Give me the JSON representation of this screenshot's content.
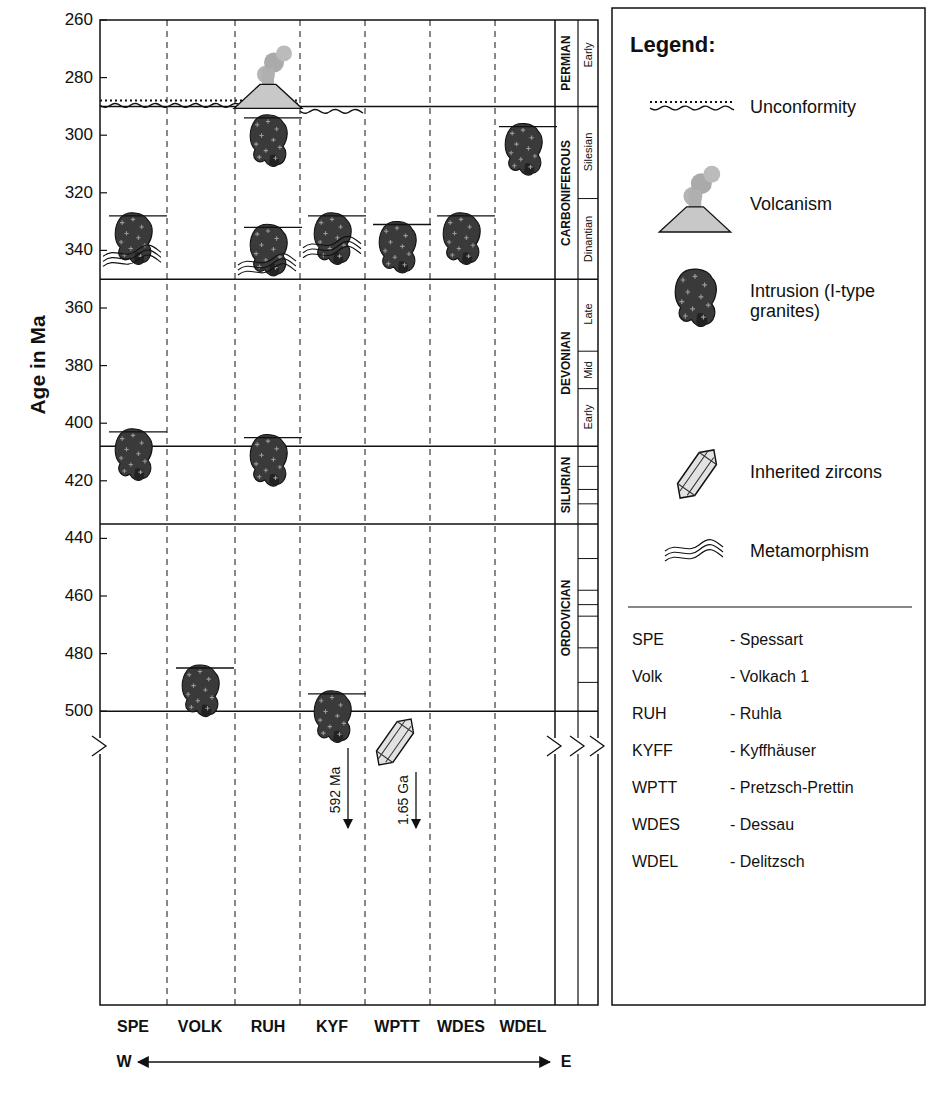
{
  "diagram": {
    "labels": [
      "260",
      "280",
      "300",
      "320",
      "340",
      "360",
      "380",
      "400",
      "420",
      "440",
      "460",
      "480",
      "500",
      "Age in Ma",
      "PERMIAN",
      "Early",
      "CARBONIFEROUS",
      "Silesian",
      "Dinantian",
      "DEVONIAN",
      "Late",
      "Mid",
      "Early",
      "SILURIAN",
      "ORDOVICIAN",
      "592 Ma",
      "1.65 Ga",
      "SPE",
      "VOLK",
      "RUH",
      "KYF",
      "WPTT",
      "WDES",
      "WDEL",
      "W",
      "E",
      "Legend:",
      "SPE",
      "- Spessart",
      "Volk",
      "- Volkach 1",
      "RUH",
      "- Ruhla",
      "KYFF",
      "- Kyffhäuser",
      "WPTT",
      "- Pretzsch-Prettin",
      "WDES",
      "- Dessau",
      "WDEL",
      "- Delitzsch"
    ],
    "legend": [
      {
        "text": "Unconformity"
      },
      {
        "text": "Volcanism"
      },
      {
        "text": "Intrusion (I-type granites)"
      },
      {
        "text": "Inherited zircons"
      },
      {
        "text": "Metamorphism"
      }
    ]
  }
}
